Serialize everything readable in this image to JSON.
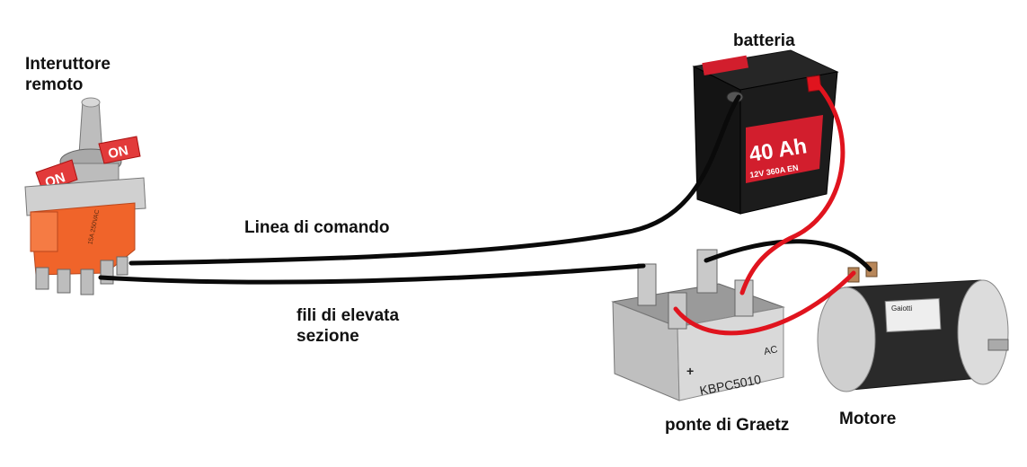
{
  "labels": {
    "switch": "Interuttore\nremoto",
    "battery": "batteria",
    "command_line": "Linea di comando",
    "heavy_wires": "fili di elevata\nsezione",
    "bridge": "ponte di Graetz",
    "motor": "Motore"
  },
  "switch_device": {
    "tag_text": "ON",
    "rating_text": "15A 250VAC"
  },
  "battery_device": {
    "capacity": "40 Ah",
    "spec": "12V 360A EN"
  },
  "bridge_device": {
    "model": "KBPC5010",
    "ac_mark": "AC",
    "plus_mark": "+"
  },
  "motor_device": {
    "brand": "Gaiotti"
  },
  "colors": {
    "wire_black": "#0a0a0a",
    "wire_red": "#e0141e",
    "switch_orange": "#f0642a",
    "battery_red": "#d21e2d",
    "battery_body": "#1c1c1c",
    "metal": "#c8c8c8"
  }
}
